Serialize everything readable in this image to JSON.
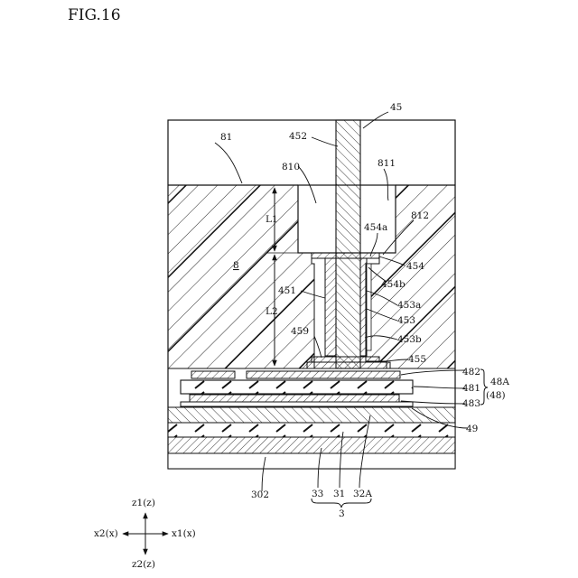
{
  "figure": {
    "title": "FIG.16"
  },
  "labels": {
    "l45": "45",
    "l452": "452",
    "l81": "81",
    "l810": "810",
    "l811": "811",
    "l812": "812",
    "lL1": "L1",
    "lL2": "L2",
    "l454a": "454a",
    "l454": "454",
    "l8": "8",
    "l451": "451",
    "l454b": "454b",
    "l453a": "453a",
    "l453": "453",
    "l459": "459",
    "l453b": "453b",
    "l455": "455",
    "l482": "482",
    "l48A": "48A",
    "l481": "481",
    "l48p": "(48)",
    "l483": "483",
    "l49": "49",
    "l302": "302",
    "l33": "33",
    "l31": "31",
    "l32A": "32A",
    "l3": "3"
  },
  "axes": {
    "up": "z1(z)",
    "down": "z2(z)",
    "left": "x2(x)",
    "right": "x1(x)"
  }
}
